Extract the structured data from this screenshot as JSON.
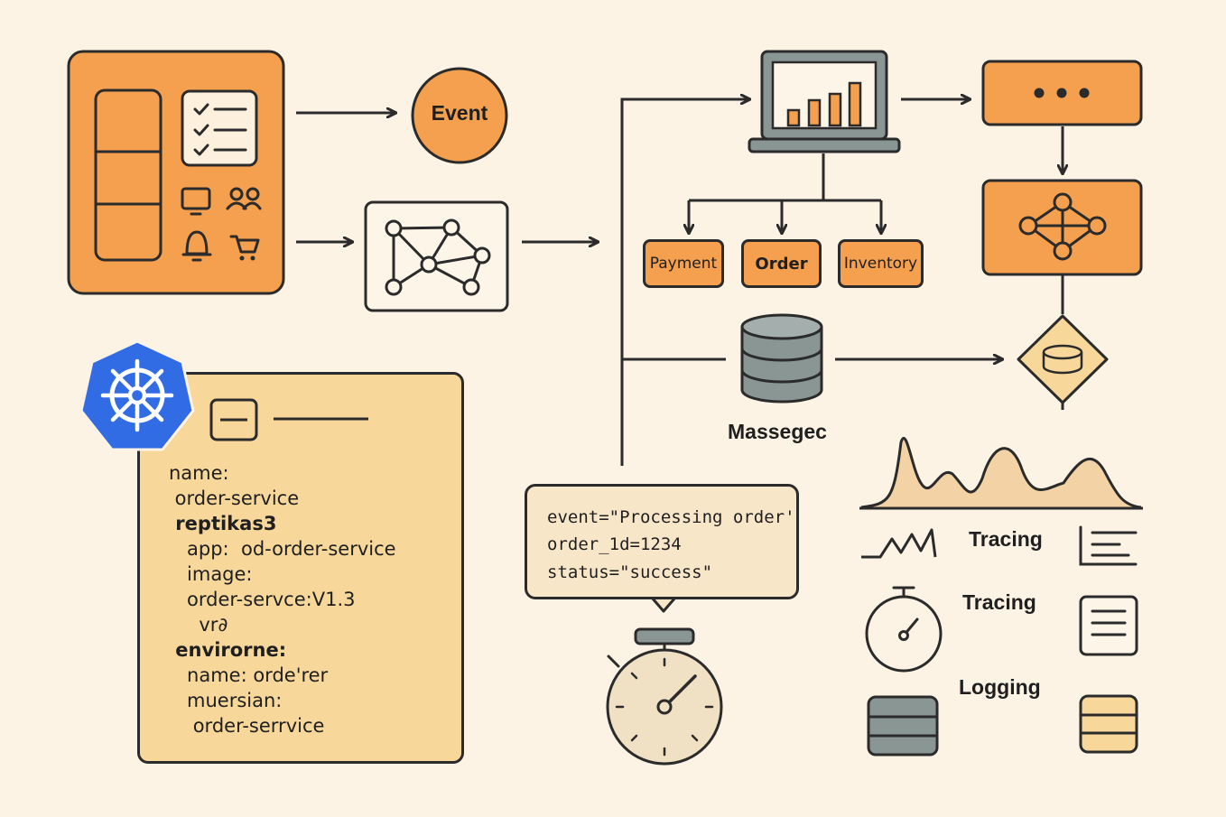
{
  "event_node": {
    "label": "Event"
  },
  "services": [
    {
      "label": "Payment",
      "bold": false
    },
    {
      "label": "Order",
      "bold": true
    },
    {
      "label": "Inventory",
      "bold": false
    }
  ],
  "database": {
    "label": "Massegec"
  },
  "yaml_card": {
    "lines": [
      "name:",
      " order-service",
      " reptikas3",
      "   app:  od-order-service",
      "   image:",
      "   order-servce:V1.3",
      "     vr∂",
      " envirorne:",
      "   name: orde'rer",
      "   muersian:",
      "    order-serrvice"
    ]
  },
  "log_bubble": {
    "lines": [
      "event=\"Processing order'",
      "order_1d=1234",
      "status=\"success\""
    ]
  },
  "observability": {
    "tracing_label_1": "Tracing",
    "tracing_label_2": "Tracing",
    "logging_label": "Logging"
  },
  "colors": {
    "background": "#fcf3e4",
    "accent_orange": "#f5a04f",
    "card_yellow": "#f8d79b",
    "db_gray": "#8a9694",
    "kubernetes_blue": "#326ce5",
    "stroke": "#2b2b2b"
  }
}
